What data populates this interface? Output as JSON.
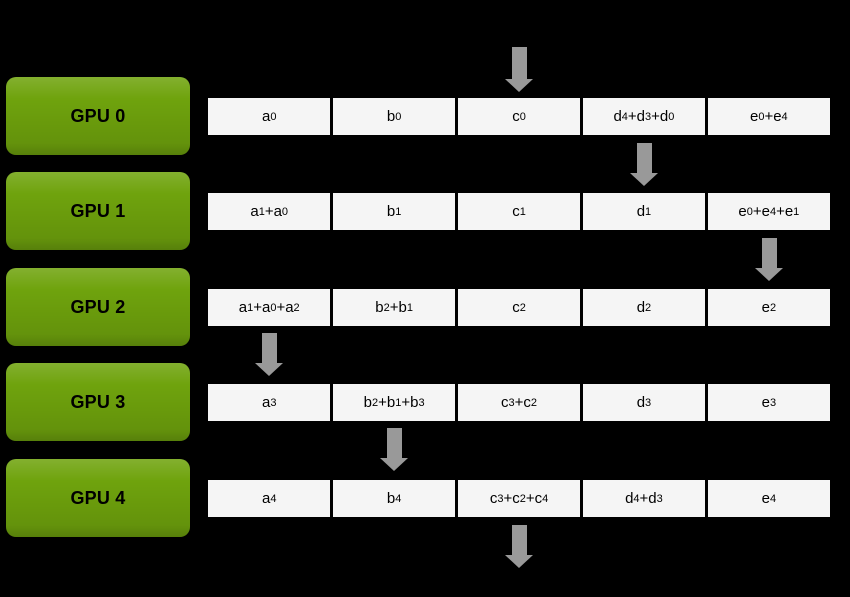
{
  "diagram": {
    "name": "ring-allreduce-gpu-diagram",
    "gpus": [
      {
        "label": "GPU 0",
        "cells": [
          "a_0",
          "b_0",
          "c_0",
          "d_4+d_3+d_0",
          "e_0+e_4"
        ]
      },
      {
        "label": "GPU 1",
        "cells": [
          "a_1+a_0",
          "b_1",
          "c_1",
          "d_1",
          "e_0+e_4+e_1"
        ]
      },
      {
        "label": "GPU 2",
        "cells": [
          "a_1+a_0+a_2",
          "b_2+b_1",
          "c_2",
          "d_2",
          "e_2"
        ]
      },
      {
        "label": "GPU 3",
        "cells": [
          "a_3",
          "b_2+b_1+b_3",
          "c_3+c_2",
          "d_3",
          "e_3"
        ]
      },
      {
        "label": "GPU 4",
        "cells": [
          "a_4",
          "b_4",
          "c_3+c_2+c_4",
          "d_4+d_3",
          "e_4"
        ]
      }
    ],
    "arrows": [
      {
        "name": "down-arrow",
        "column": 2,
        "row_gap": 0
      },
      {
        "name": "down-arrow",
        "column": 3,
        "row_gap": 1
      },
      {
        "name": "down-arrow",
        "column": 4,
        "row_gap": 2
      },
      {
        "name": "down-arrow",
        "column": 0,
        "row_gap": 3
      },
      {
        "name": "down-arrow",
        "column": 1,
        "row_gap": 4
      },
      {
        "name": "down-arrow",
        "column": 2,
        "row_gap": 5
      }
    ],
    "colors": {
      "background": "#000000",
      "gpu_green": "#6FA30D",
      "cell_background": "#F5F5F5",
      "arrow_gray": "#999999",
      "text": "#000000"
    }
  }
}
